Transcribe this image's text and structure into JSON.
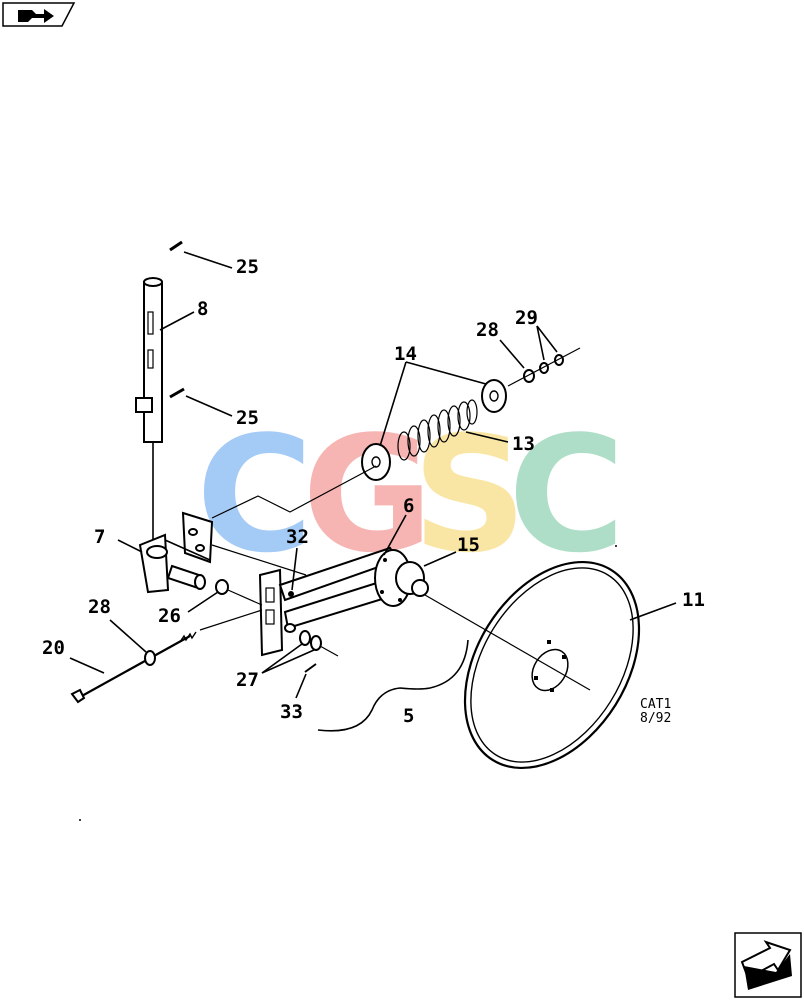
{
  "header": {
    "icon": "book-arrow-icon"
  },
  "footer": {
    "icon": "next-page-arrow-icon"
  },
  "watermark": {
    "letters": [
      "C",
      "G",
      "S",
      "C"
    ],
    "colors": [
      "#5aa0f0",
      "#f07a74",
      "#f7d25a",
      "#6cc49a"
    ]
  },
  "catalog_ref": {
    "line1": "CAT1",
    "line2": "8/92"
  },
  "callouts": [
    {
      "id": "c25a",
      "text": "25"
    },
    {
      "id": "c8",
      "text": "8"
    },
    {
      "id": "c25b",
      "text": "25"
    },
    {
      "id": "c14",
      "text": "14"
    },
    {
      "id": "c28a",
      "text": "28"
    },
    {
      "id": "c29",
      "text": "29"
    },
    {
      "id": "c13",
      "text": "13"
    },
    {
      "id": "c6",
      "text": "6"
    },
    {
      "id": "c7",
      "text": "7"
    },
    {
      "id": "c32",
      "text": "32"
    },
    {
      "id": "c15",
      "text": "15"
    },
    {
      "id": "c11",
      "text": "11"
    },
    {
      "id": "c28b",
      "text": "28"
    },
    {
      "id": "c26",
      "text": "26"
    },
    {
      "id": "c20",
      "text": "20"
    },
    {
      "id": "c27",
      "text": "27"
    },
    {
      "id": "c33",
      "text": "33"
    },
    {
      "id": "c5",
      "text": "5"
    }
  ]
}
